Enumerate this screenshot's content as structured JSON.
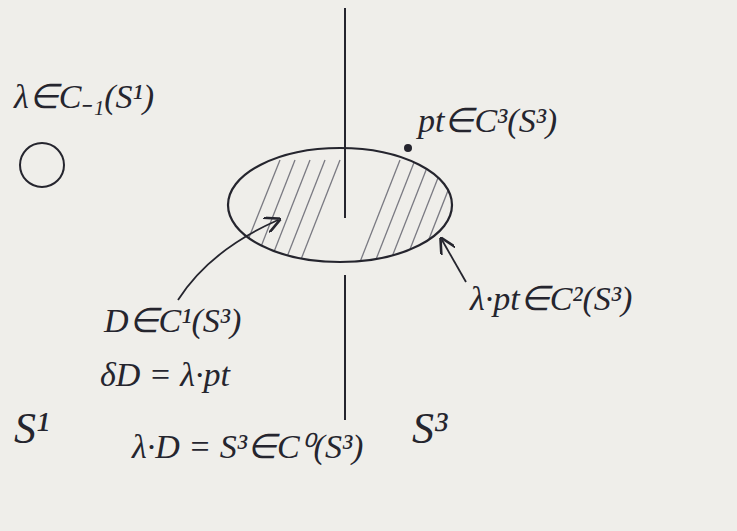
{
  "diagram": {
    "labels": [
      "λ∈C₋₁(S¹)",
      "pt∈C³(S³)",
      "D∈C¹(S³)",
      "δD = λ·pt",
      "λ·pt∈C²(S³)",
      "λ·D = S³∈C⁰(S³)",
      "S¹",
      "S³"
    ]
  }
}
